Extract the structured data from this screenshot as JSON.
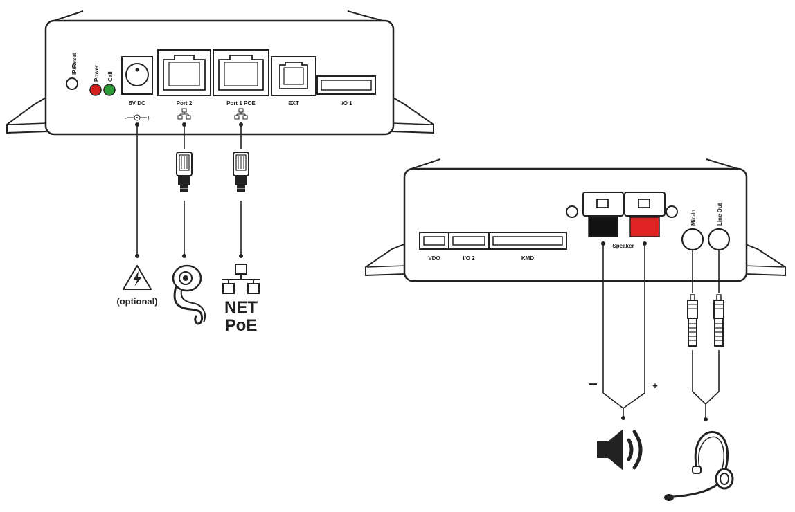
{
  "front_panel": {
    "led_labels": {
      "reset": "IP/Reset",
      "power": "Power",
      "call": "Call"
    },
    "port_labels": {
      "dc": "5V DC",
      "port2": "Port 2",
      "port1": "Port 1 POE",
      "ext": "EXT",
      "io1": "I/O 1"
    },
    "led_colors": {
      "power": "#d42020",
      "call": "#2e9a3a"
    }
  },
  "rear_panel": {
    "port_labels": {
      "vdo": "VDO",
      "io2": "I/O 2",
      "kmd": "KMD",
      "speaker": "Speaker",
      "mic_in": "Mic-In",
      "line_out": "Line Out"
    },
    "terminal_colors": {
      "negative": "#111111",
      "positive": "#e02424"
    }
  },
  "peripherals": {
    "power_note": "(optional)",
    "network_label_1": "NET",
    "network_label_2": "PoE",
    "speaker_minus": "–",
    "speaker_plus": "+"
  },
  "icons": {
    "power": "high-voltage-warning-icon",
    "camera": "webcam-icon",
    "network": "network-topology-icon",
    "speaker": "loudspeaker-icon",
    "headset": "headset-icon",
    "connector": "rj45-plug-icon"
  }
}
